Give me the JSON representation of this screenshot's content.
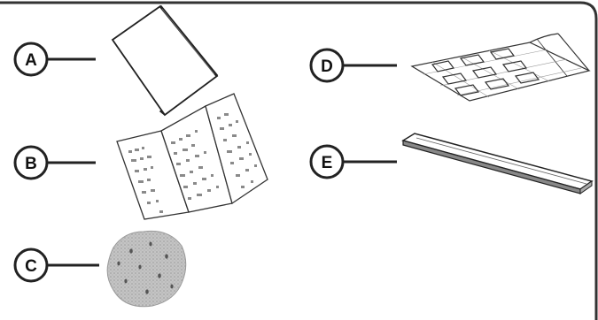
{
  "callouts": [
    {
      "id": "A",
      "letter": "A",
      "part": "manual-booklet"
    },
    {
      "id": "B",
      "letter": "B",
      "part": "trifold-instructions"
    },
    {
      "id": "C",
      "letter": "C",
      "part": "sanding-sponge"
    },
    {
      "id": "D",
      "letter": "D",
      "part": "label-sheet"
    },
    {
      "id": "E",
      "letter": "E",
      "part": "trim-strip"
    }
  ],
  "colors": {
    "stroke": "#222222",
    "frame": "#333333",
    "paper": "#ffffff",
    "sponge": "#bdbdbd",
    "sponge_dot": "#8a8a8a"
  }
}
